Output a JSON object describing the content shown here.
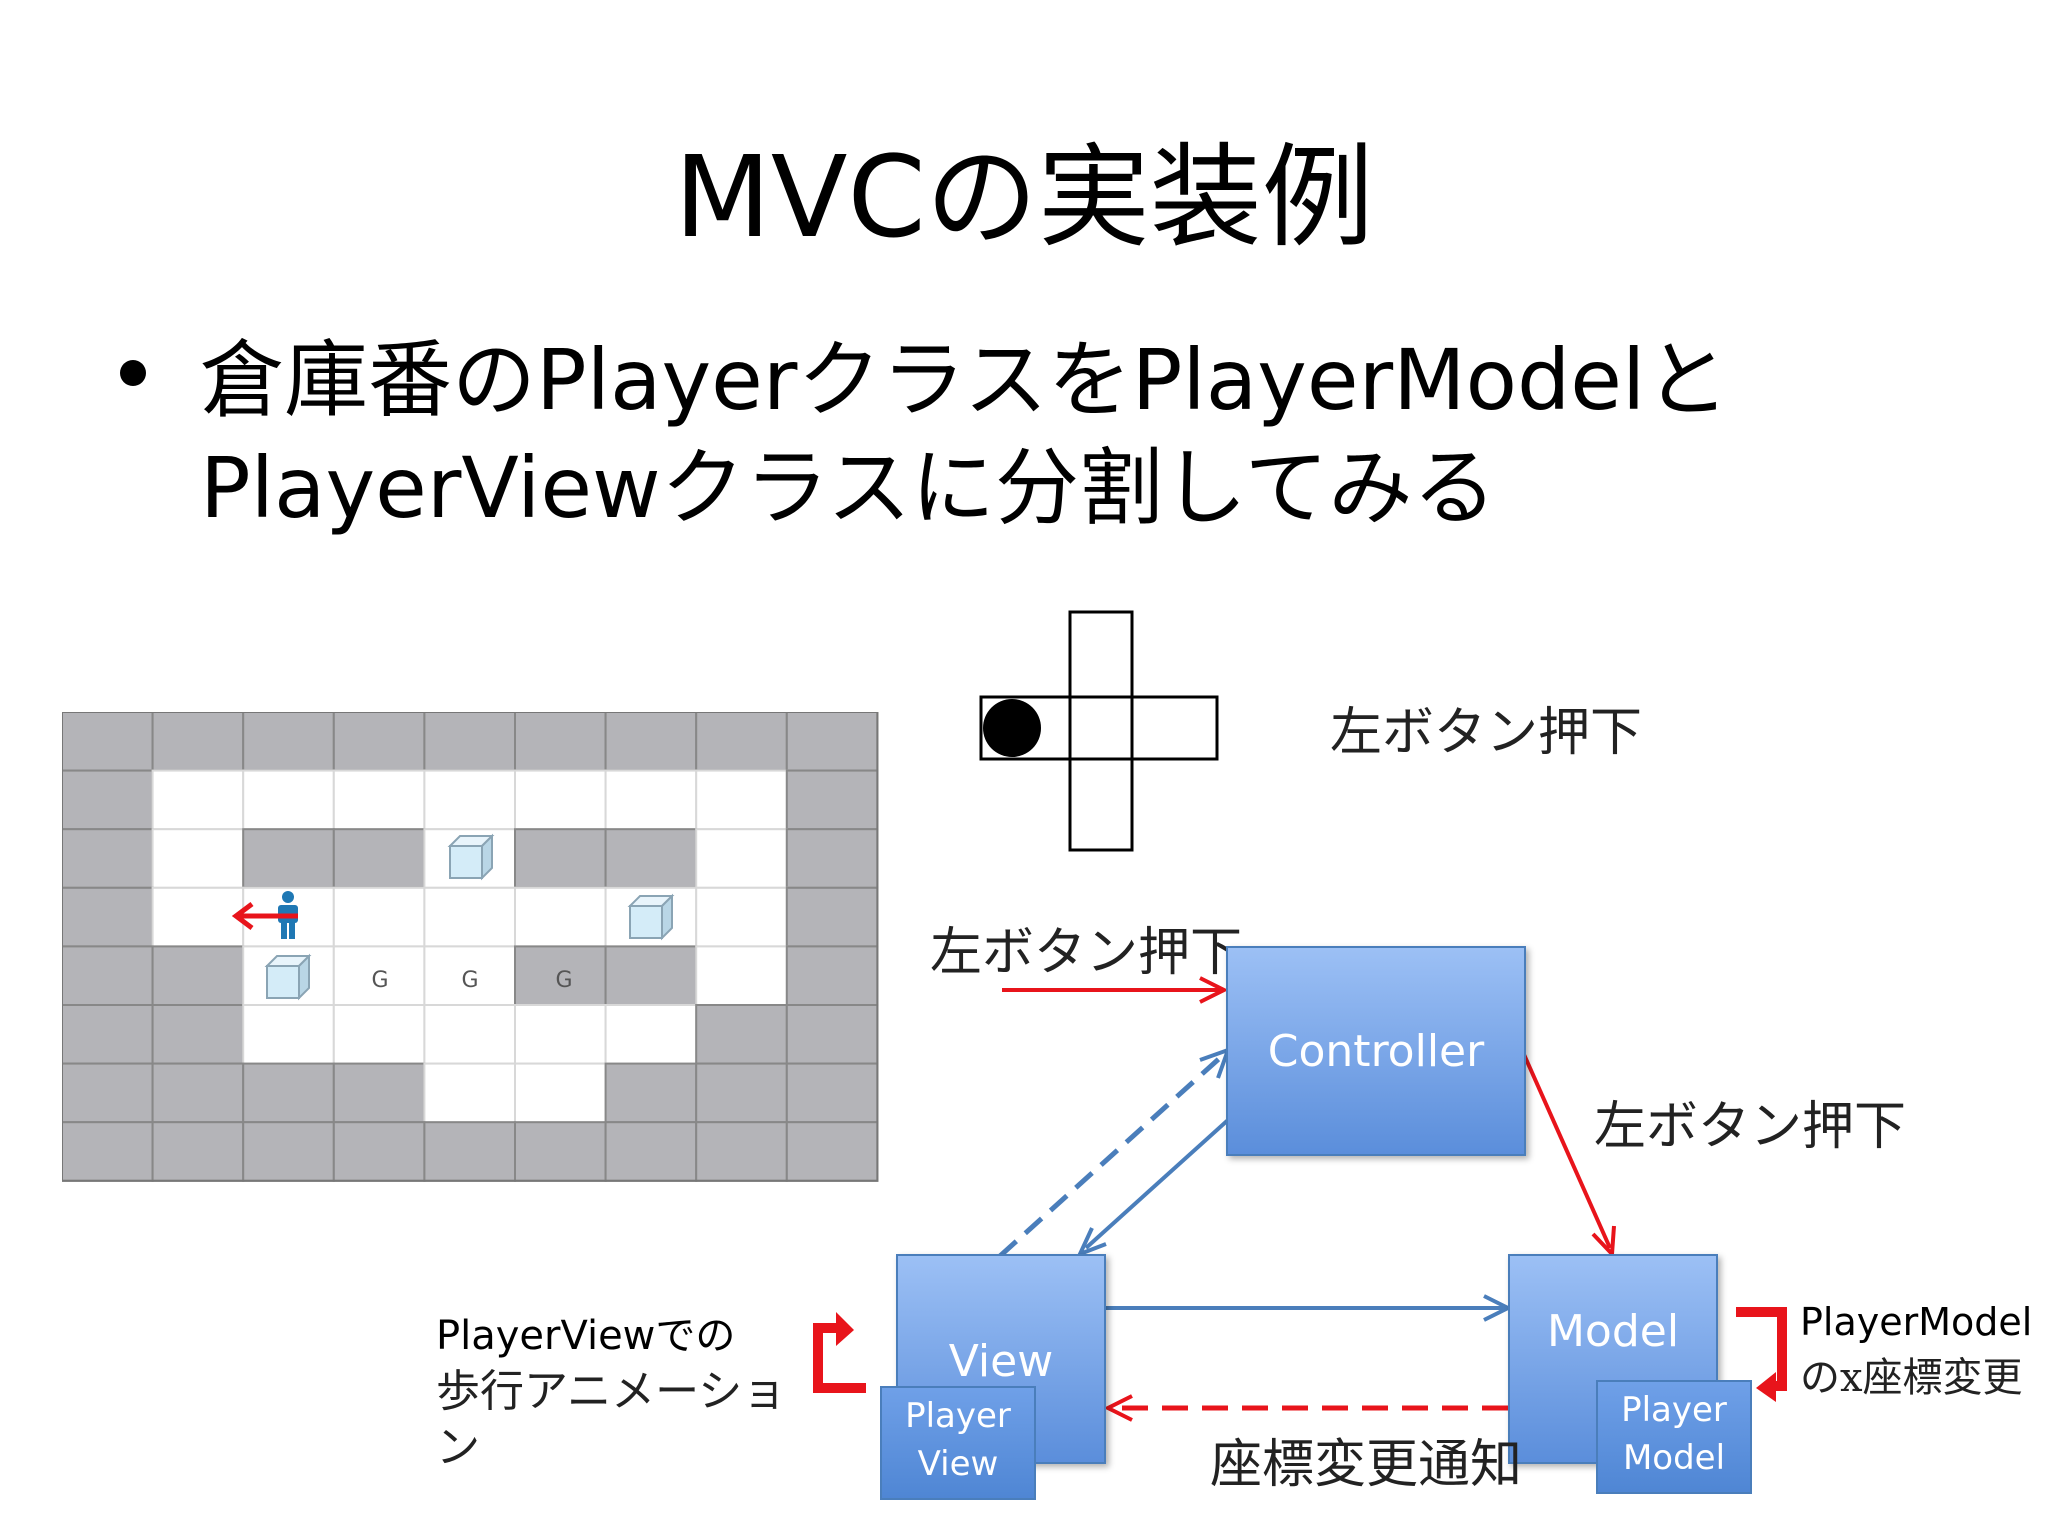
{
  "slide": {
    "title": "MVCの実装例",
    "bullet_line1": "倉庫番のPlayerクラスをPlayerModelと",
    "bullet_line2": "PlayerViewクラスに分割してみる"
  },
  "grid": {
    "goal_label": "G"
  },
  "dpad": {
    "label": "左ボタン押下"
  },
  "mvc": {
    "input_label": "左ボタン押下",
    "controller_label": "Controller",
    "controller_to_model_label": "左ボタン押下",
    "view_label": "View",
    "model_label": "Model",
    "player_view_line1": "Player",
    "player_view_line2": "View",
    "player_model_line1": "Player",
    "player_model_line2": "Model",
    "notify_label": "座標変更通知",
    "view_note_line1": "PlayerViewでの",
    "view_note_line2": "歩行アニメーショ",
    "view_note_line3": "ン",
    "model_note_line1": "PlayerModel",
    "model_note_line2": "のx座標変更"
  },
  "colors": {
    "box_top": "#9cc0f5",
    "box_bottom": "#5b8edb",
    "blue_arrow": "#4a7ebb",
    "red_arrow": "#e8141b",
    "wall": "#b4b4b8",
    "grid_line": "#888888"
  }
}
